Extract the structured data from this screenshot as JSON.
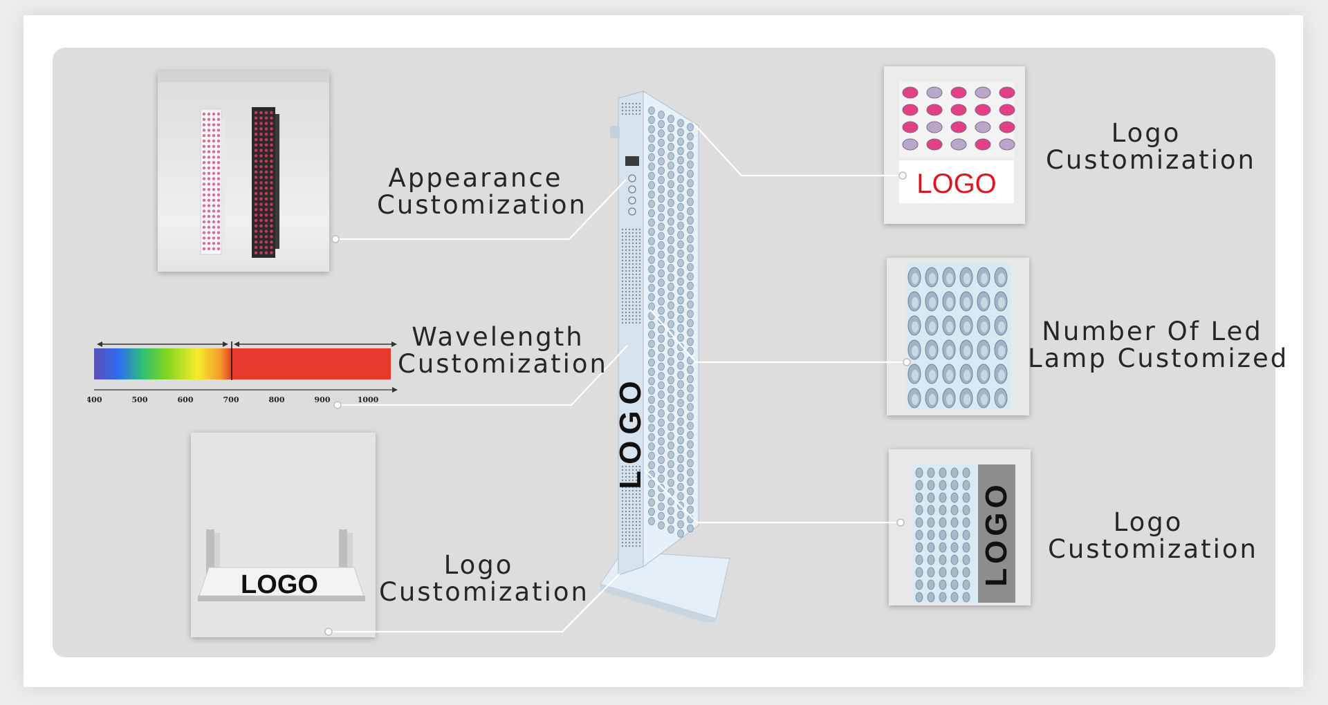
{
  "labels": {
    "appearance": [
      "Appearance",
      "Customization"
    ],
    "wavelength": [
      "Wavelength",
      "Customization"
    ],
    "logo_base": [
      "Logo",
      "Customization"
    ],
    "logo_top": [
      "Logo",
      "Customization"
    ],
    "led_count": [
      "Number Of Led",
      "Lamp Customized"
    ],
    "logo_side": [
      "Logo",
      "Customization"
    ]
  },
  "product": {
    "side_logo": "LOGO"
  },
  "thumbs": {
    "logo_top_text": "LOGO",
    "logo_base_text": "LOGO",
    "logo_side_text": "LOGO"
  },
  "spectrum": {
    "ticks": [
      "400",
      "500",
      "600",
      "700",
      "800",
      "900",
      "1000"
    ],
    "colors": {
      "visible_start": "#5a4fb5",
      "infrared": "#e8392e"
    }
  },
  "colors": {
    "label_text": "#262626",
    "logo_red": "#e0141f",
    "panel": "#dddddd"
  }
}
